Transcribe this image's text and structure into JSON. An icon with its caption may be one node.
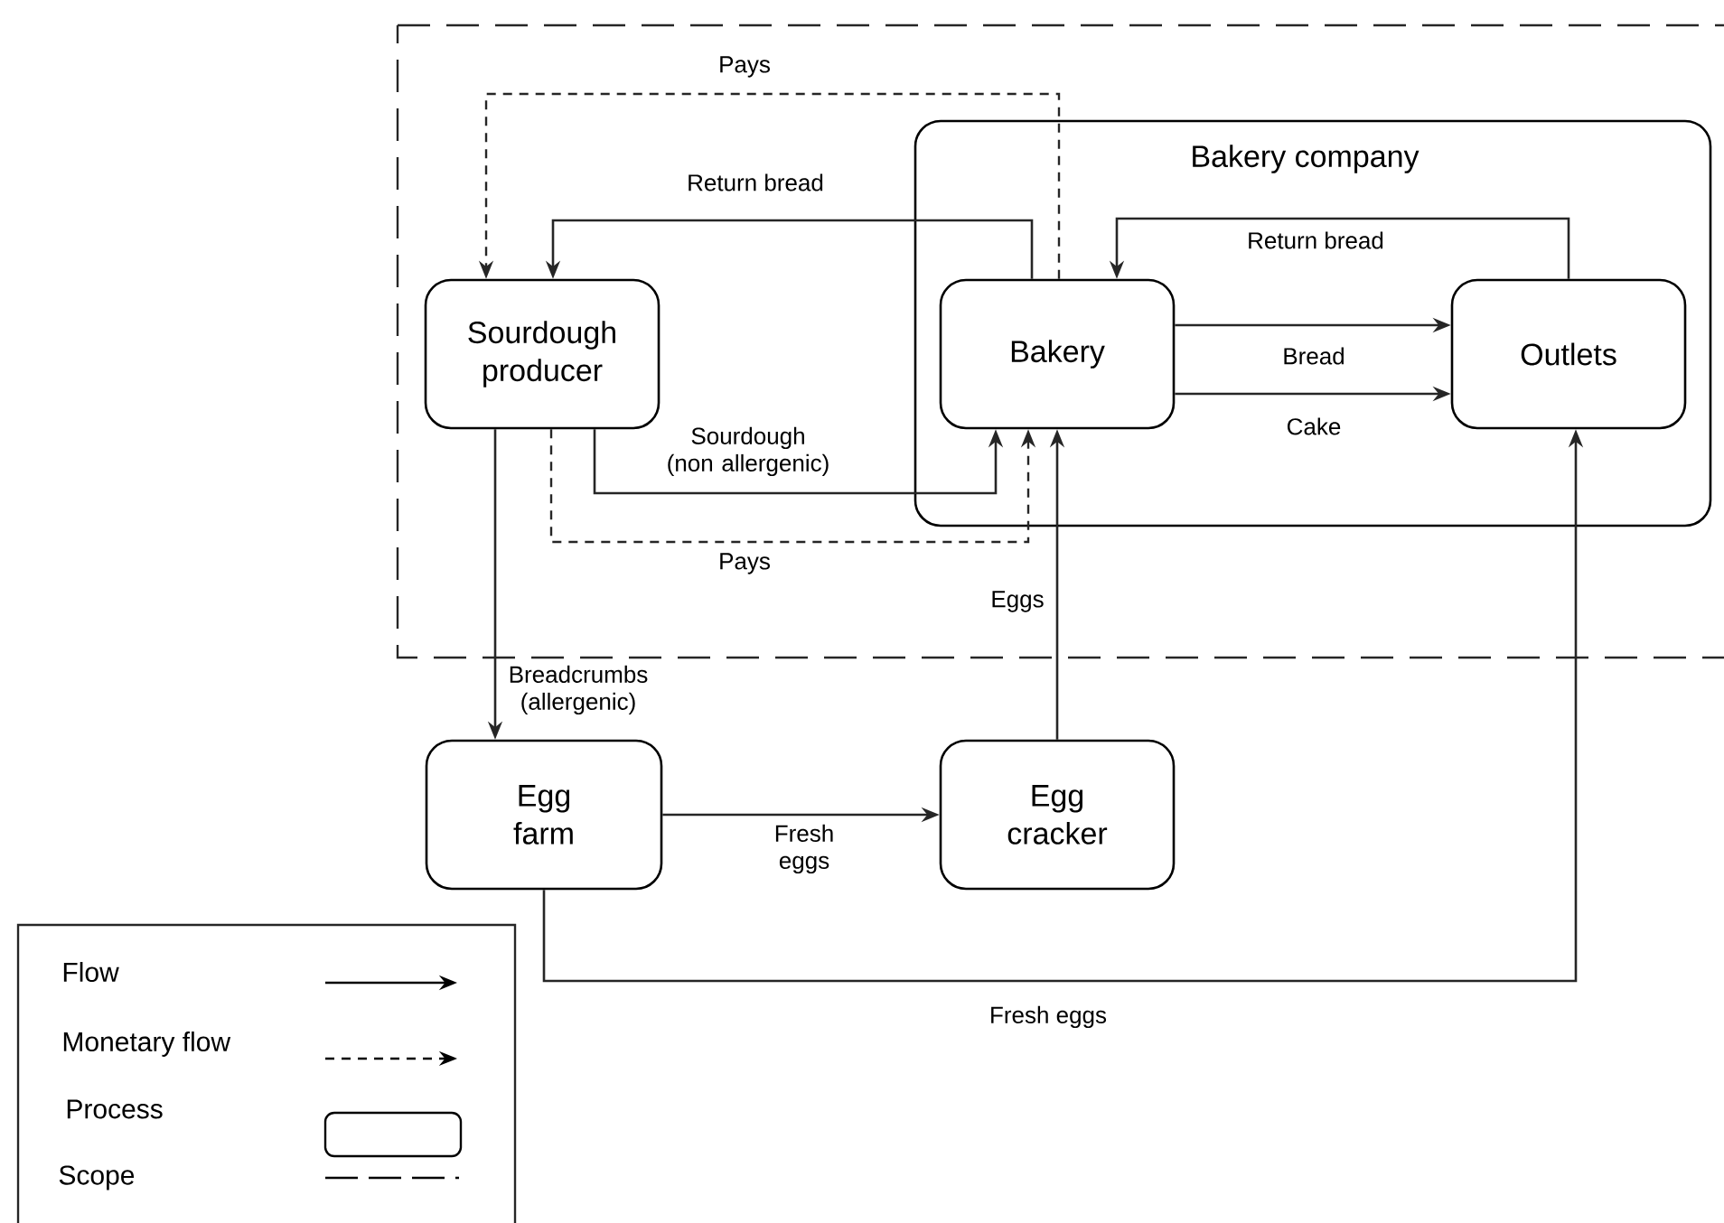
{
  "diagram": {
    "nodes": [
      {
        "text": [
          "Bakery company"
        ]
      },
      {
        "text": [
          "Sourdough producer"
        ]
      },
      {
        "text": [
          "Bakery"
        ],
        "in": 0
      },
      {
        "text": [
          "Outlets"
        ],
        "in": 0
      },
      {
        "text": [
          "Egg farm"
        ]
      },
      {
        "text": [
          "Egg cracker"
        ]
      }
    ],
    "edges": [
      {
        "from": 2,
        "to": 1,
        "arrow": "to",
        "label": "Return bread"
      },
      {
        "from": 2,
        "to": 1,
        "arrow": "to",
        "label": "Pays",
        "style": "dashed"
      },
      {
        "from": 3,
        "to": 2,
        "arrow": "to",
        "label": "Return bread"
      },
      {
        "from": 2,
        "to": 3,
        "arrow": "to",
        "label": "Bread"
      },
      {
        "from": 2,
        "to": 3,
        "arrow": "to",
        "label": "Cake"
      },
      {
        "from": 1,
        "to": 2,
        "arrow": "to",
        "label": "Sourdough (non allergenic)"
      },
      {
        "from": 1,
        "to": 2,
        "arrow": "to",
        "label": "Pays",
        "style": "dashed"
      },
      {
        "from": 1,
        "to": 4,
        "arrow": "to",
        "label": "Breadcrumbs (allergenic)"
      },
      {
        "from": 4,
        "to": 5,
        "arrow": "to",
        "label": "Fresh eggs"
      },
      {
        "from": 5,
        "to": 2,
        "arrow": "to",
        "label": "Eggs"
      },
      {
        "from": 4,
        "to": 3,
        "arrow": "to",
        "label": "Fresh eggs"
      }
    ],
    "legend": [
      {
        "text": "Flow"
      },
      {
        "text": "Monetary flow"
      },
      {
        "text": "Process"
      },
      {
        "text": "Scope"
      }
    ]
  }
}
